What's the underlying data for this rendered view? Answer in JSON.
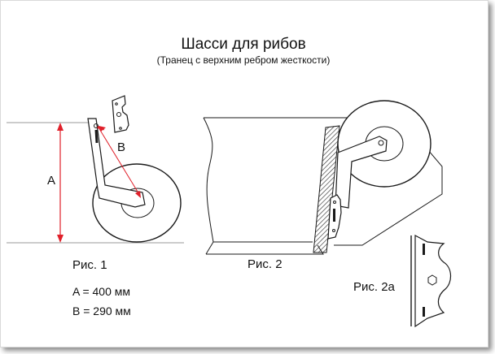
{
  "title": "Шасси для рибов",
  "subtitle": "(Транец с верхним ребром жесткости)",
  "figures": {
    "fig1_label": "Рис. 1",
    "fig2_label": "Рис. 2",
    "fig2a_label": "Рис. 2а"
  },
  "dimensions": {
    "a_label": "A",
    "b_label": "B",
    "a_value": "A = 400 мм",
    "b_value": "B = 290 мм"
  },
  "colors": {
    "line": "#1a1a1a",
    "dimension_arrow": "#e0202a",
    "extension_line": "#9a9a9a",
    "hatch": "#333333"
  }
}
